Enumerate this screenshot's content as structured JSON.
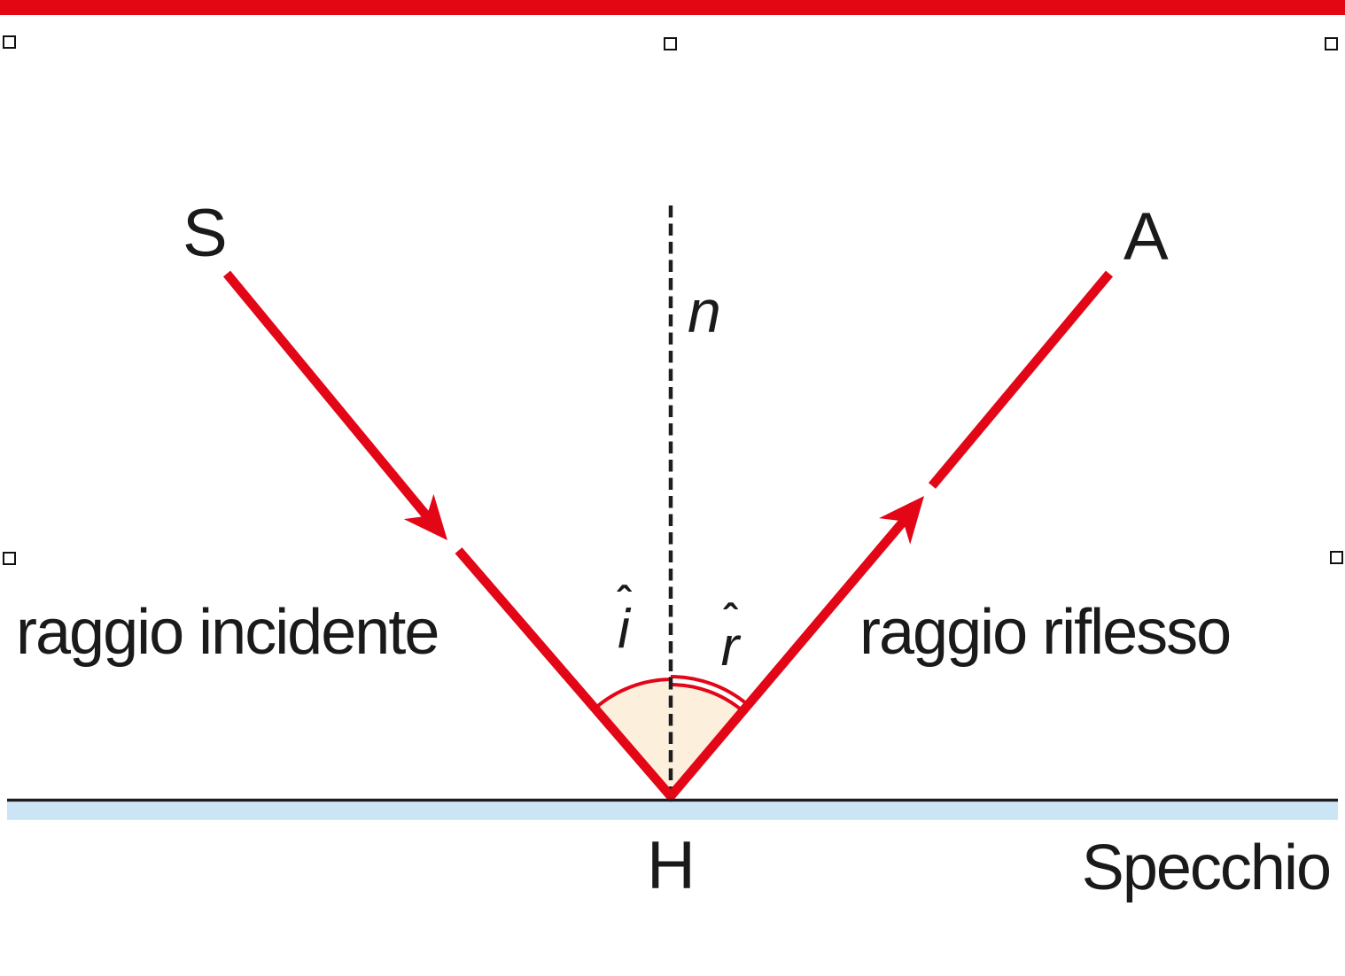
{
  "figure": {
    "labels": {
      "source_point": "S",
      "arrival_point": "A",
      "normal_line": "n",
      "incident_angle_hat": "ˆ",
      "incident_angle": "i",
      "reflected_angle_hat": "ˆ",
      "reflected_angle": "r",
      "incident_ray": "raggio incidente",
      "reflected_ray": "raggio riflesso",
      "incidence_point": "H",
      "mirror": "Specchio"
    },
    "colors": {
      "top_bar_red": "#e30613",
      "ray_red": "#e30617",
      "angle_fill": "#fcefdc",
      "mirror_blue": "#cbe4f6",
      "line_black": "#1d1d1f",
      "text_black": "#1a1a1a",
      "background": "#ffffff"
    }
  },
  "selection_handles": {
    "positions": [
      "top-left",
      "top-center",
      "top-right",
      "middle-left",
      "middle-right"
    ]
  }
}
